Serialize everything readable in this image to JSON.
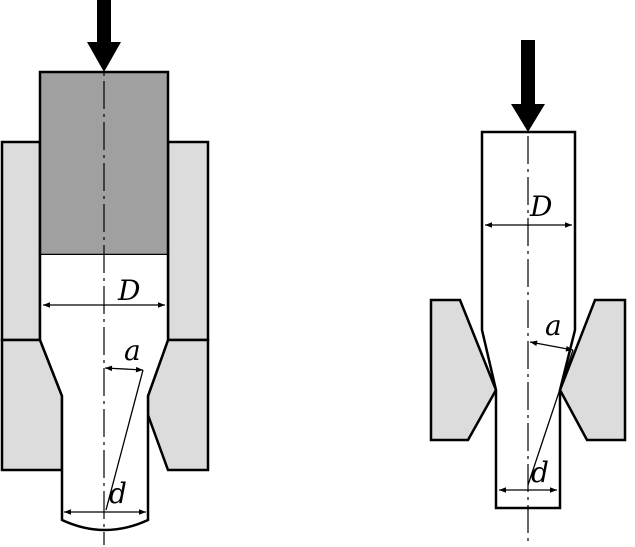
{
  "left_figure": {
    "label_D": "D",
    "label_a": "a",
    "label_d": "d"
  },
  "right_figure": {
    "label_D": "D",
    "label_a": "a",
    "label_d": "d"
  },
  "colors": {
    "punch_fill": "#a0a0a0",
    "die_fill": "#dcdcdc",
    "stroke": "#000000",
    "background": "#ffffff"
  },
  "icons": {
    "force": "down-arrow-icon"
  }
}
